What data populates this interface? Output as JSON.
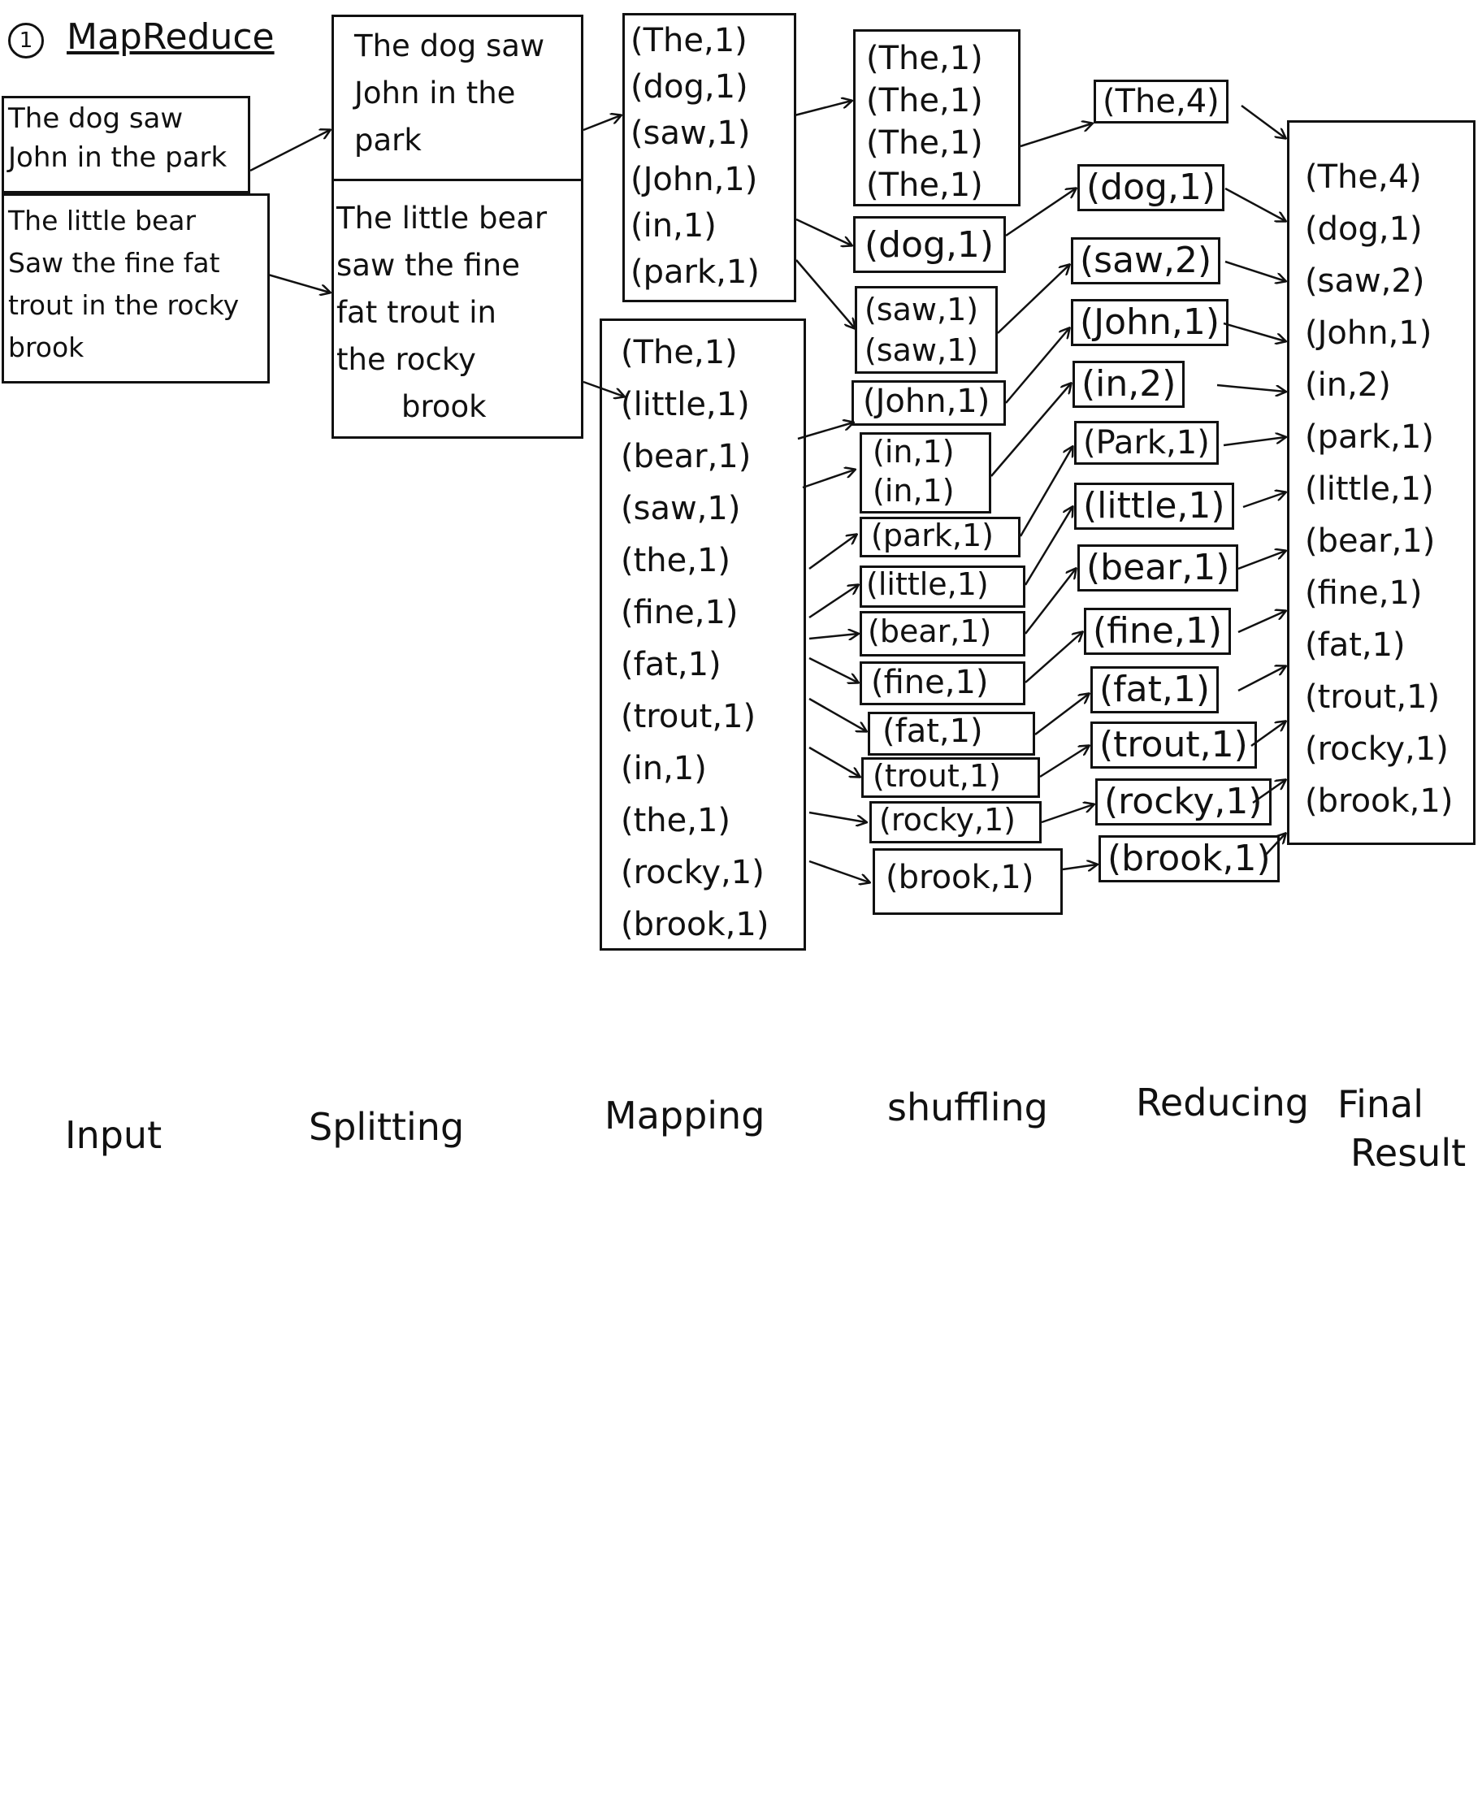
{
  "header": {
    "number": "1",
    "title": "MapReduce"
  },
  "input": {
    "block1": [
      "The dog saw",
      "John in the park"
    ],
    "block2": [
      "The little bear",
      "Saw the fine fat",
      "trout in the rocky",
      "brook"
    ]
  },
  "splitting": {
    "block1": [
      "The dog saw",
      "John in the",
      "park"
    ],
    "block2": [
      "The little bear",
      "saw the fine",
      "fat trout in",
      "the rocky",
      "brook"
    ]
  },
  "mapping": {
    "block1": [
      "(The,1)",
      "(dog,1)",
      "(saw,1)",
      "(John,1)",
      "(in,1)",
      "(park,1)"
    ],
    "block2": [
      "(The,1)",
      "(little,1)",
      "(bear,1)",
      "(saw,1)",
      "(the,1)",
      "(fine,1)",
      "(fat,1)",
      "(trout,1)",
      "(in,1)",
      "(the,1)",
      "(rocky,1)",
      "(brook,1)"
    ]
  },
  "shuffling": {
    "groups": [
      [
        "(The,1)",
        "(The,1)",
        "(The,1)",
        "(The,1)"
      ],
      [
        "(dog,1)"
      ],
      [
        "(saw,1)",
        "(saw,1)"
      ],
      [
        "(John,1)"
      ],
      [
        "(in,1)",
        "(in,1)"
      ],
      [
        "(park,1)"
      ],
      [
        "(little,1)"
      ],
      [
        "(bear,1)"
      ],
      [
        "(fine,1)"
      ],
      [
        "(fat,1)"
      ],
      [
        "(trout,1)"
      ],
      [
        "(rocky,1)"
      ],
      [
        "(brook,1)"
      ]
    ]
  },
  "reducing": [
    "(The,4)",
    "(dog,1)",
    "(saw,2)",
    "(John,1)",
    "(in,2)",
    "(Park,1)",
    "(little,1)",
    "(bear,1)",
    "(fine,1)",
    "(fat,1)",
    "(trout,1)",
    "(rocky,1)",
    "(brook,1)"
  ],
  "final": [
    "(The,4)",
    "(dog,1)",
    "(saw,2)",
    "(John,1)",
    "(in,2)",
    "(park,1)",
    "(little,1)",
    "(bear,1)",
    "(fine,1)",
    "(fat,1)",
    "(trout,1)",
    "(rocky,1)",
    "(brook,1)"
  ],
  "stage_labels": {
    "input": "Input",
    "splitting": "Splitting",
    "mapping": "Mapping",
    "shuffling": "shuffling",
    "reducing": "Reducing",
    "final_line1": "Final",
    "final_line2": "Result"
  }
}
